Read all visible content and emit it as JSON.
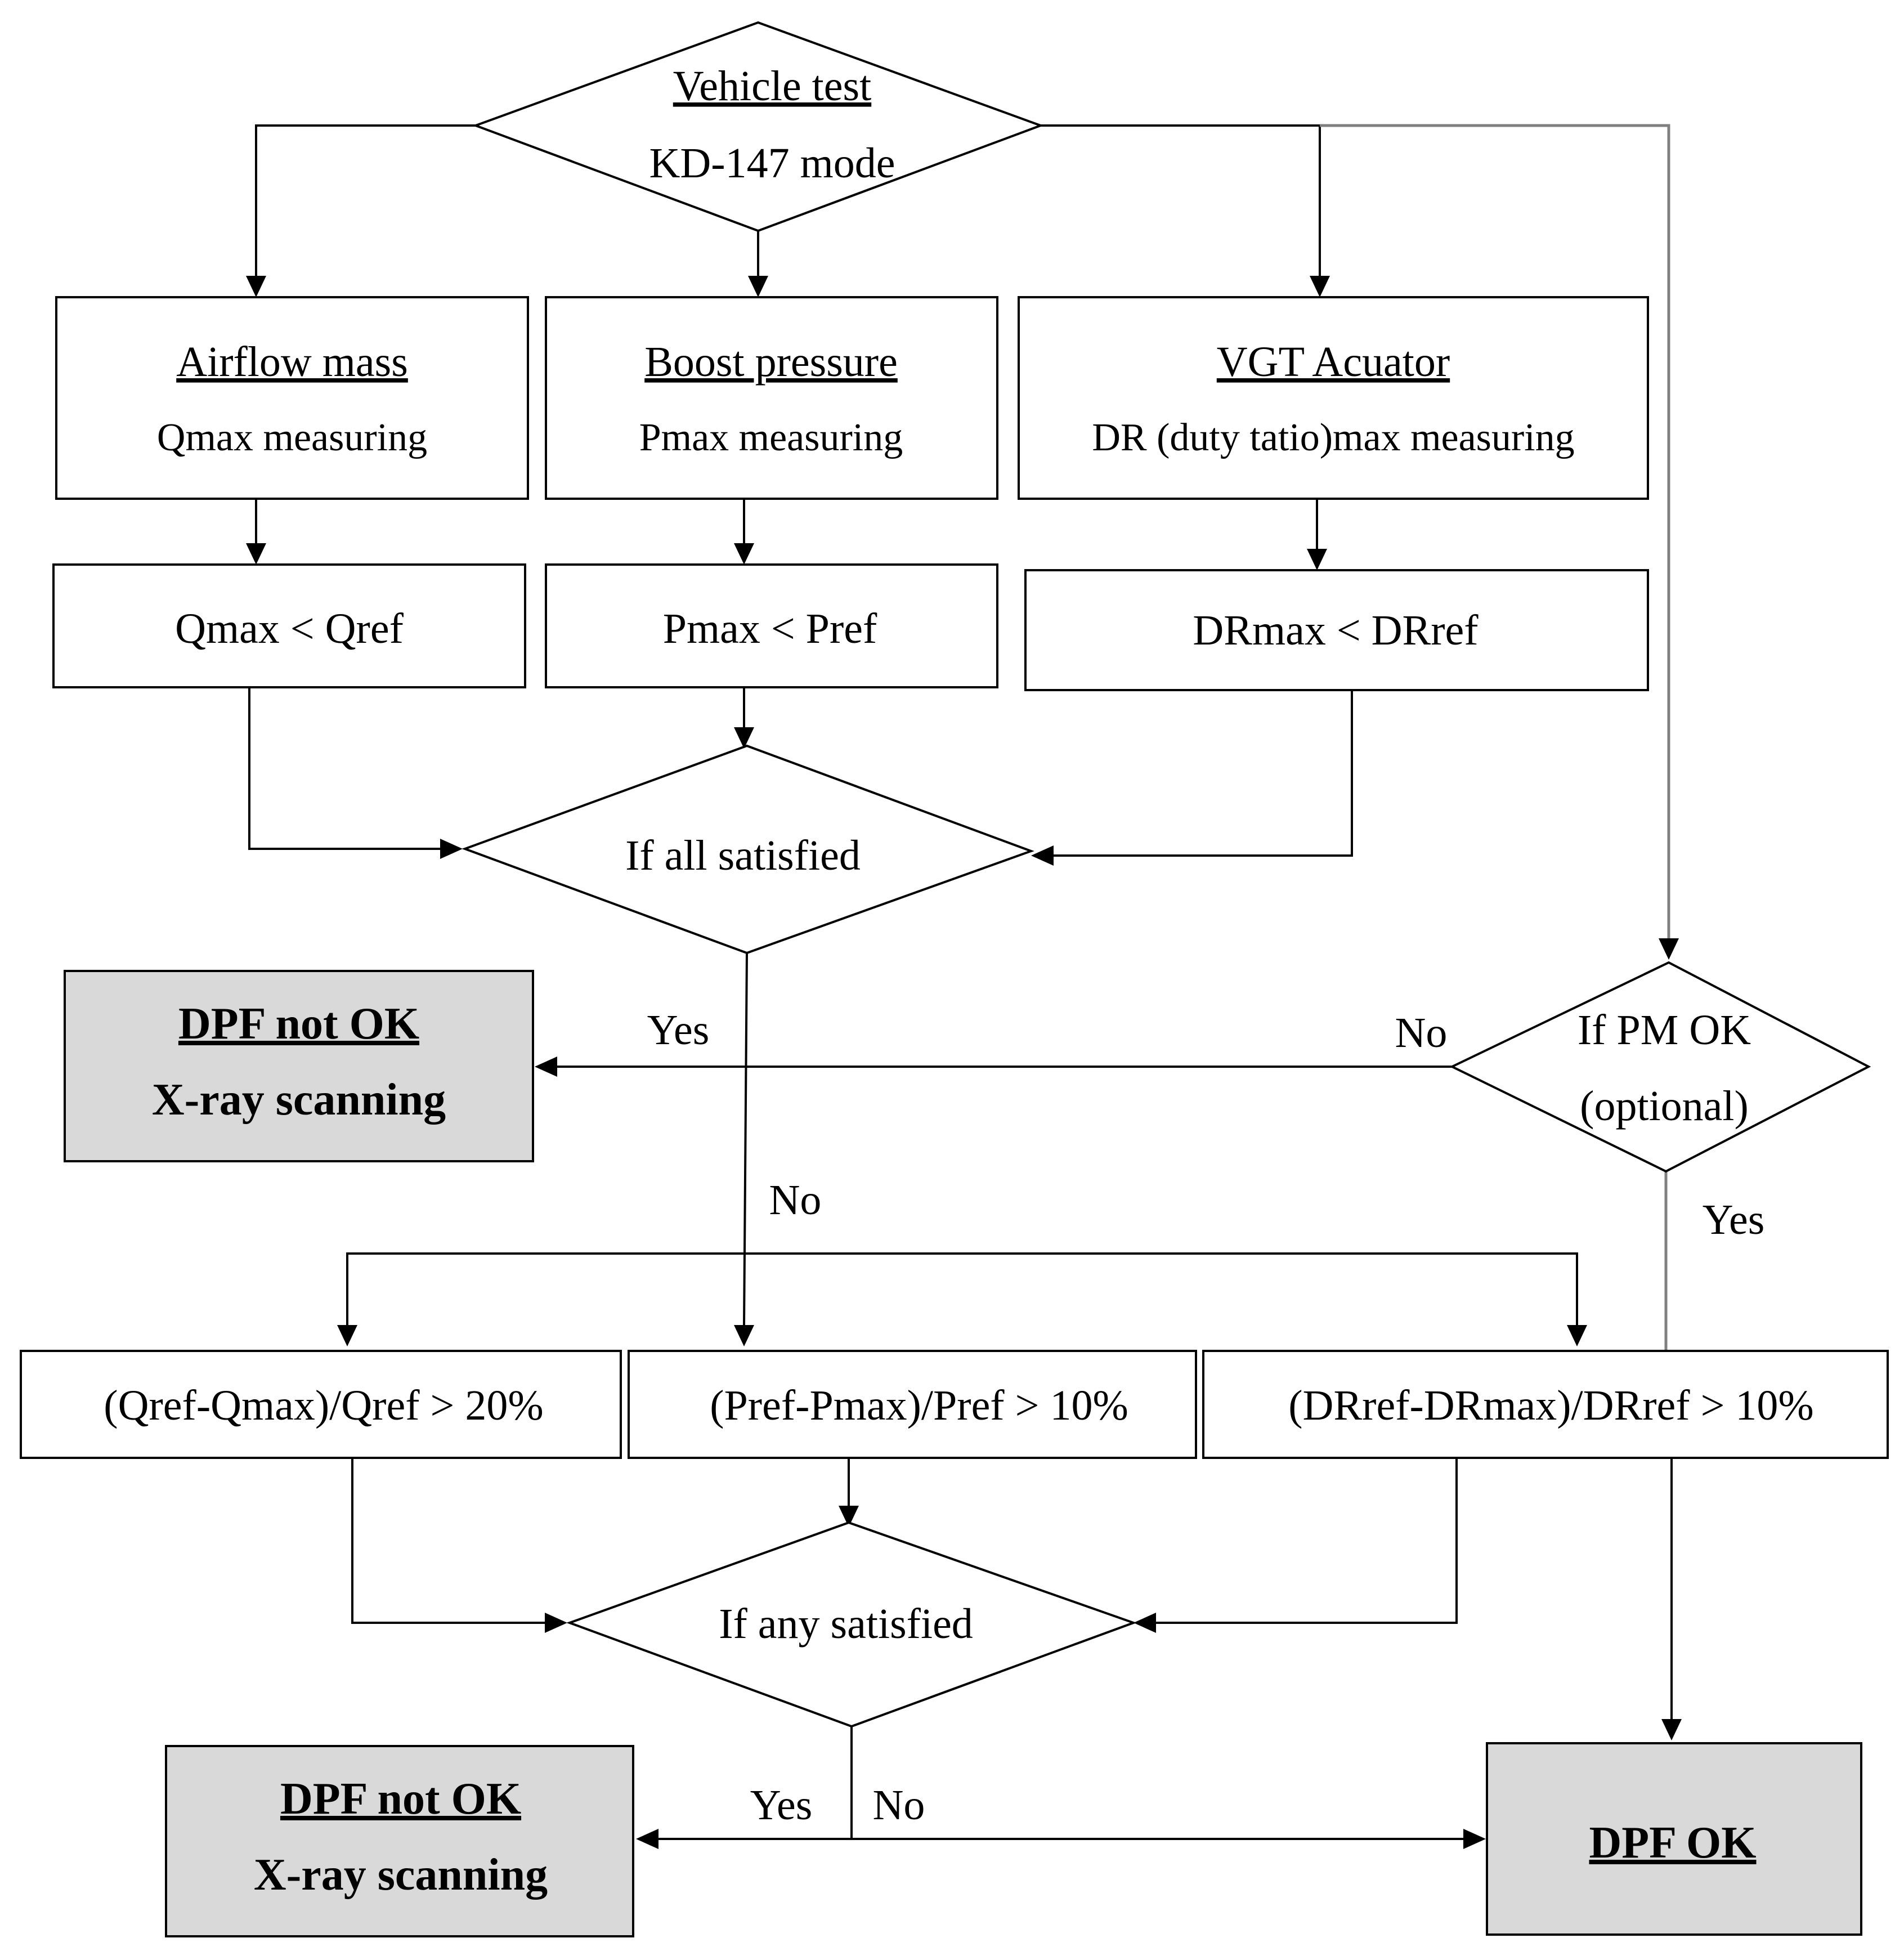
{
  "start": {
    "title": "Vehicle test",
    "mode": "KD-147 mode"
  },
  "measure": [
    {
      "title": "Airflow mass",
      "subtitle": "Qmax measuring"
    },
    {
      "title": "Boost pressure",
      "subtitle": "Pmax measuring"
    },
    {
      "title": "VGT Acuator",
      "subtitle": "DR (duty tatio)max measuring"
    }
  ],
  "compare": [
    "Qmax < Qref",
    "Pmax < Pref",
    "DRmax < DRref"
  ],
  "decision_all": "If all satisfied",
  "decision_pm": {
    "line1": "If PM OK",
    "line2": "(optional)"
  },
  "result_not_ok": {
    "title": "DPF not OK",
    "subtitle": "X-ray scanning"
  },
  "thresholds": [
    "(Qref-Qmax)/Qref > 20%",
    "(Pref-Pmax)/Pref > 10%",
    "(DRref-DRmax)/DRref > 10%"
  ],
  "decision_any": "If any satisfied",
  "result_ok": "DPF OK",
  "labels": {
    "yes": "Yes",
    "no": "No"
  }
}
